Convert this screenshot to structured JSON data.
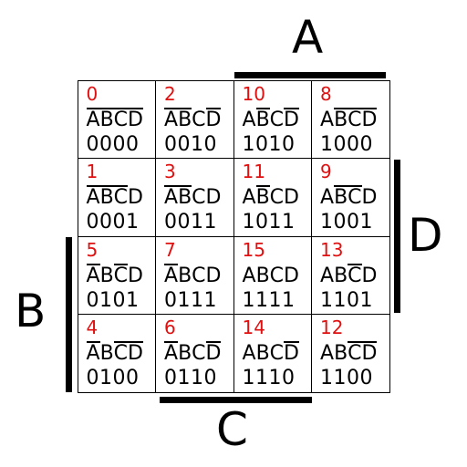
{
  "labels": {
    "A": "A",
    "B": "B",
    "C": "C",
    "D": "D"
  },
  "colors": {
    "index": "#e01010",
    "text": "#000000",
    "background": "#ffffff"
  },
  "rows": [
    [
      {
        "index": "0",
        "vars": [
          {
            "v": "A",
            "n": true
          },
          {
            "v": "B",
            "n": true
          },
          {
            "v": "C",
            "n": true
          },
          {
            "v": "D",
            "n": true
          }
        ],
        "bits": "0000"
      },
      {
        "index": "2",
        "vars": [
          {
            "v": "A",
            "n": true
          },
          {
            "v": "B",
            "n": true
          },
          {
            "v": "C",
            "n": false
          },
          {
            "v": "D",
            "n": true
          }
        ],
        "bits": "0010"
      },
      {
        "index": "10",
        "vars": [
          {
            "v": "A",
            "n": false
          },
          {
            "v": "B",
            "n": true
          },
          {
            "v": "C",
            "n": false
          },
          {
            "v": "D",
            "n": true
          }
        ],
        "bits": "1010"
      },
      {
        "index": "8",
        "vars": [
          {
            "v": "A",
            "n": false
          },
          {
            "v": "B",
            "n": true
          },
          {
            "v": "C",
            "n": true
          },
          {
            "v": "D",
            "n": true
          }
        ],
        "bits": "1000"
      }
    ],
    [
      {
        "index": "1",
        "vars": [
          {
            "v": "A",
            "n": true
          },
          {
            "v": "B",
            "n": true
          },
          {
            "v": "C",
            "n": true
          },
          {
            "v": "D",
            "n": false
          }
        ],
        "bits": "0001"
      },
      {
        "index": "3",
        "vars": [
          {
            "v": "A",
            "n": true
          },
          {
            "v": "B",
            "n": true
          },
          {
            "v": "C",
            "n": false
          },
          {
            "v": "D",
            "n": false
          }
        ],
        "bits": "0011"
      },
      {
        "index": "11",
        "vars": [
          {
            "v": "A",
            "n": false
          },
          {
            "v": "B",
            "n": true
          },
          {
            "v": "C",
            "n": false
          },
          {
            "v": "D",
            "n": false
          }
        ],
        "bits": "1011"
      },
      {
        "index": "9",
        "vars": [
          {
            "v": "A",
            "n": false
          },
          {
            "v": "B",
            "n": true
          },
          {
            "v": "C",
            "n": true
          },
          {
            "v": "D",
            "n": false
          }
        ],
        "bits": "1001"
      }
    ],
    [
      {
        "index": "5",
        "vars": [
          {
            "v": "A",
            "n": true
          },
          {
            "v": "B",
            "n": false
          },
          {
            "v": "C",
            "n": true
          },
          {
            "v": "D",
            "n": false
          }
        ],
        "bits": "0101"
      },
      {
        "index": "7",
        "vars": [
          {
            "v": "A",
            "n": true
          },
          {
            "v": "B",
            "n": false
          },
          {
            "v": "C",
            "n": false
          },
          {
            "v": "D",
            "n": false
          }
        ],
        "bits": "0111"
      },
      {
        "index": "15",
        "vars": [
          {
            "v": "A",
            "n": false
          },
          {
            "v": "B",
            "n": false
          },
          {
            "v": "C",
            "n": false
          },
          {
            "v": "D",
            "n": false
          }
        ],
        "bits": "1111"
      },
      {
        "index": "13",
        "vars": [
          {
            "v": "A",
            "n": false
          },
          {
            "v": "B",
            "n": false
          },
          {
            "v": "C",
            "n": true
          },
          {
            "v": "D",
            "n": false
          }
        ],
        "bits": "1101"
      }
    ],
    [
      {
        "index": "4",
        "vars": [
          {
            "v": "A",
            "n": true
          },
          {
            "v": "B",
            "n": false
          },
          {
            "v": "C",
            "n": true
          },
          {
            "v": "D",
            "n": true
          }
        ],
        "bits": "0100"
      },
      {
        "index": "6",
        "vars": [
          {
            "v": "A",
            "n": true
          },
          {
            "v": "B",
            "n": false
          },
          {
            "v": "C",
            "n": false
          },
          {
            "v": "D",
            "n": true
          }
        ],
        "bits": "0110"
      },
      {
        "index": "14",
        "vars": [
          {
            "v": "A",
            "n": false
          },
          {
            "v": "B",
            "n": false
          },
          {
            "v": "C",
            "n": false
          },
          {
            "v": "D",
            "n": true
          }
        ],
        "bits": "1110"
      },
      {
        "index": "12",
        "vars": [
          {
            "v": "A",
            "n": false
          },
          {
            "v": "B",
            "n": false
          },
          {
            "v": "C",
            "n": true
          },
          {
            "v": "D",
            "n": true
          }
        ],
        "bits": "1100"
      }
    ]
  ]
}
